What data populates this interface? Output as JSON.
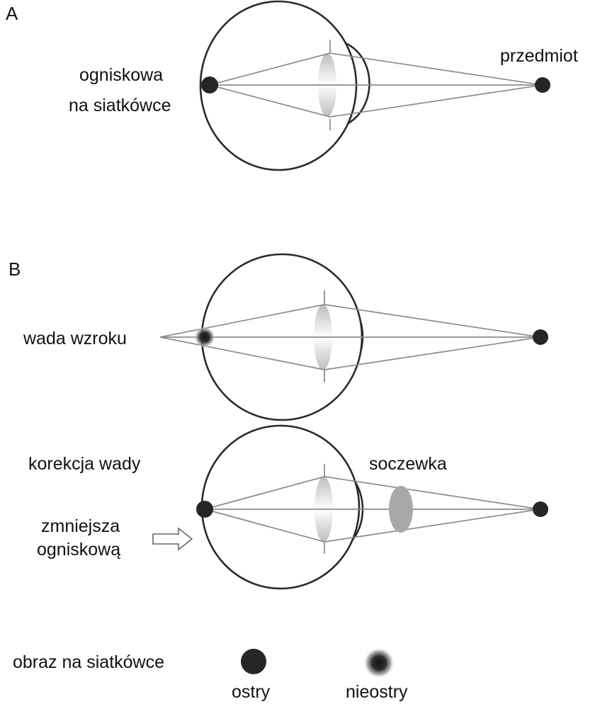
{
  "panel_a": {
    "letter": "A",
    "focus_label_line1": "ogniskowa",
    "focus_label_line2": "na siatkówce",
    "object_label": "przedmiot"
  },
  "panel_b": {
    "letter": "B",
    "defect_label": "wada wzroku",
    "correction_label": "korekcja wady",
    "lens_label": "soczewka",
    "shortens_line1": "zmniejsza",
    "shortens_line2": "ogniskową"
  },
  "legend": {
    "title": "obraz na siatkówce",
    "sharp_label": "ostry",
    "blurred_label": "nieostry"
  },
  "colors": {
    "outline": "#2a2a2a",
    "rays": "#8c8c8c",
    "dot": "#262626",
    "corrective_lens": "#a8a8a8"
  }
}
